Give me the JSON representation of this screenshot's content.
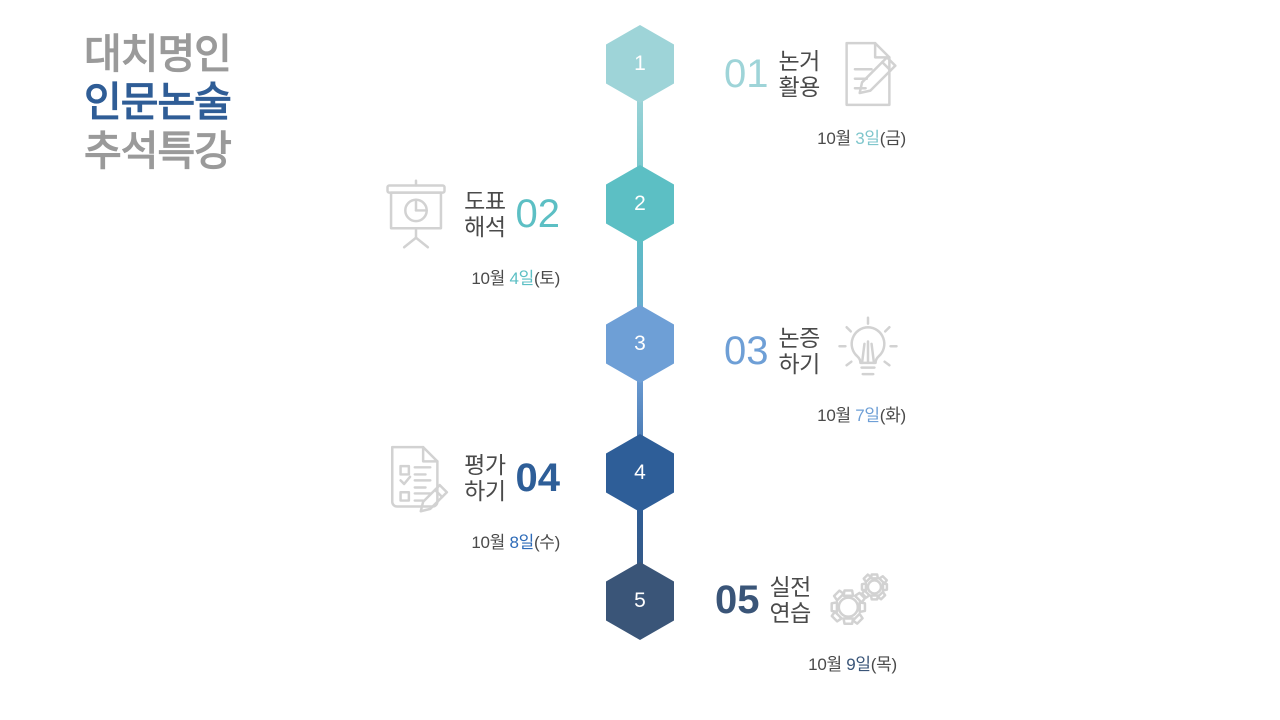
{
  "title": {
    "line1": "대치명인",
    "line2": "인문논술",
    "line3": "추석특강",
    "muted_color": "#9a9a9a",
    "accent_color": "#2f5d96"
  },
  "timeline": {
    "axis_color_top": "#9ed4d8",
    "axis_color_bottom": "#3a5578",
    "steps": [
      {
        "hex_number": "1",
        "number": "01",
        "label_line1": "논거",
        "label_line2": "활용",
        "date_prefix": "10월",
        "date_day": "3일",
        "date_suffix": "(금)",
        "icon": "document-pencil-icon",
        "side": "right",
        "color": "#9ed4d8"
      },
      {
        "hex_number": "2",
        "number": "02",
        "label_line1": "도표",
        "label_line2": "해석",
        "date_prefix": "10월",
        "date_day": "4일",
        "date_suffix": "(토)",
        "icon": "presentation-chart-icon",
        "side": "left",
        "color": "#5cbfc4"
      },
      {
        "hex_number": "3",
        "number": "03",
        "label_line1": "논증",
        "label_line2": "하기",
        "date_prefix": "10월",
        "date_day": "7일",
        "date_suffix": "(화)",
        "icon": "lightbulb-icon",
        "side": "right",
        "color": "#6e9fd6"
      },
      {
        "hex_number": "4",
        "number": "04",
        "label_line1": "평가",
        "label_line2": "하기",
        "date_prefix": "10월",
        "date_day": "8일",
        "date_suffix": "(수)",
        "icon": "checklist-pencil-icon",
        "side": "left",
        "color": "#2e5e98"
      },
      {
        "hex_number": "5",
        "number": "05",
        "label_line1": "실전",
        "label_line2": "연습",
        "date_prefix": "10월",
        "date_day": "9일",
        "date_suffix": "(목)",
        "icon": "gears-icon",
        "side": "right",
        "color": "#3a5578"
      }
    ]
  }
}
